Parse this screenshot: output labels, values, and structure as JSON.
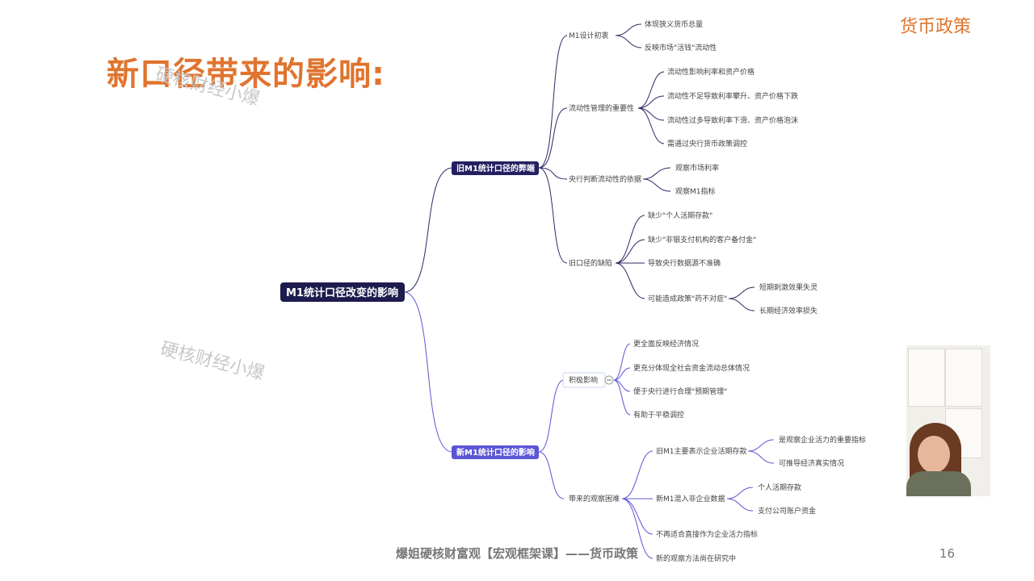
{
  "header": {
    "title": "新口径带来的影响:",
    "topic": "货币政策"
  },
  "watermarks": [
    "硬核财经小爆",
    "硬核财经小爆"
  ],
  "footer": {
    "text": "爆姐硬核财富观【宏观框架课】——货币政策",
    "page": "16"
  },
  "mindmap": {
    "root": "M1统计口径改变的影响",
    "old_branch": {
      "label": "旧M1统计口径的弊端",
      "groups": [
        {
          "label": "M1设计初衷",
          "items": [
            "体现狭义货币总量",
            "反映市场\"活钱\"流动性"
          ]
        },
        {
          "label": "流动性管理的重要性",
          "items": [
            "流动性影响利率和资产价格",
            "流动性不足导致利率攀升、资产价格下跌",
            "流动性过多导致利率下滑、资产价格泡沫",
            "需通过央行货币政策调控"
          ]
        },
        {
          "label": "央行判断流动性的依据",
          "items": [
            "观察市场利率",
            "观察M1指标"
          ]
        },
        {
          "label": "旧口径的缺陷",
          "items": [
            "缺少\"个人活期存款\"",
            "缺少\"非银支付机构的客户备付金\"",
            "导致央行数据源不准确",
            "可能造成政策\"药不对症\""
          ],
          "sub": [
            "短期刺激效果失灵",
            "长期经济效率损失"
          ]
        }
      ]
    },
    "new_branch": {
      "label": "新M1统计口径的影响",
      "groups": [
        {
          "label": "积极影响",
          "items": [
            "更全面反映经济情况",
            "更充分体现全社会资金流动总体情况",
            "便于央行进行合理\"预期管理\"",
            "有助于平稳调控"
          ]
        },
        {
          "label": "带来的观察困难",
          "items": [
            "旧M1主要表示企业活期存款",
            "新M1混入非企业数据",
            "不再适合直接作为企业活力指标",
            "新的观察方法尚在研究中"
          ],
          "sub1": [
            "是观察企业活力的重要指标",
            "可推导经济真实情况"
          ],
          "sub2": [
            "个人活期存款",
            "支付公司账户资金"
          ]
        }
      ]
    }
  },
  "colors": {
    "accent": "#e0742f",
    "root": "#1c1c4e",
    "old": "#232062",
    "new": "#5b55d6"
  },
  "collapse_icon": "minus-circle-icon"
}
